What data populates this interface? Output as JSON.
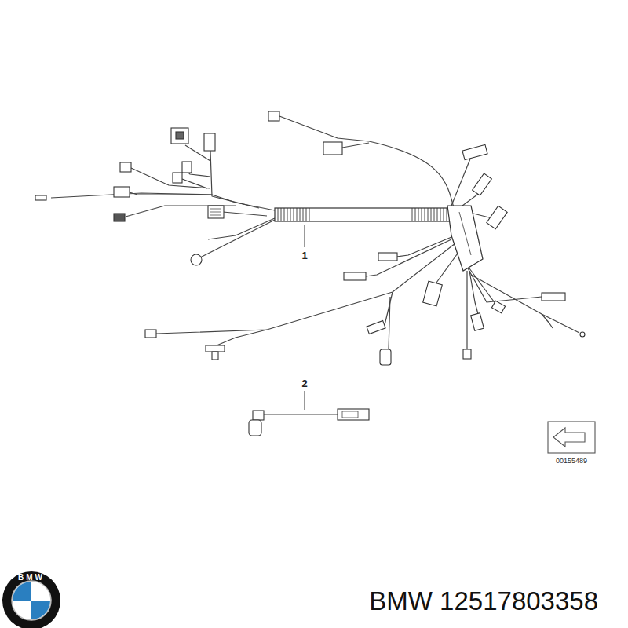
{
  "diagram": {
    "caption": "BMW 12517803358",
    "labels": [
      "1",
      "2",
      "00155489",
      "BMW"
    ]
  }
}
